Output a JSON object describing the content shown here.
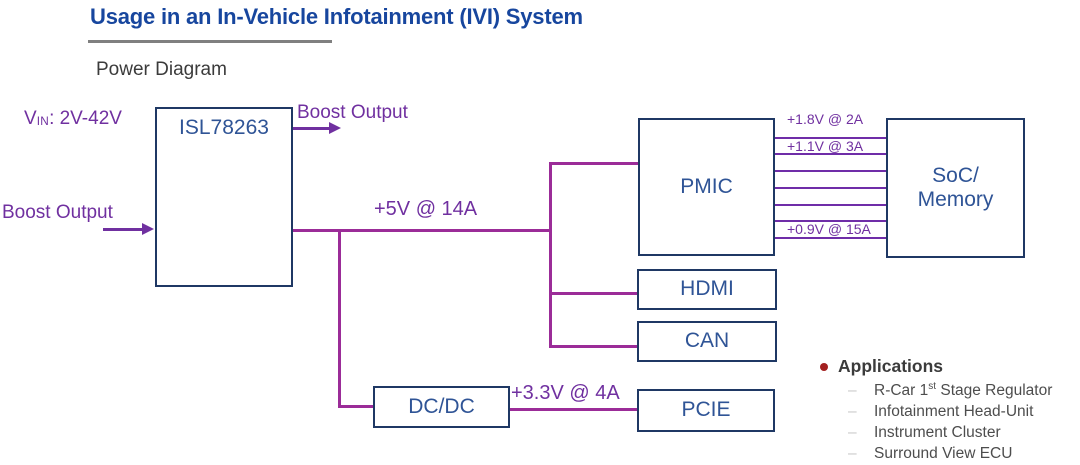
{
  "title": "Usage in an In-Vehicle Infotainment (IVI) System",
  "subtitle": "Power Diagram",
  "diagram": {
    "input_label": {
      "prefix": "V",
      "sub": "IN",
      "suffix": ": 2V-42V"
    },
    "boost_output_top": "Boost Output",
    "boost_output_left": "Boost Output",
    "blocks": {
      "regulator": "ISL78263",
      "pmic": "PMIC",
      "soc_line1": "SoC/",
      "soc_line2": "Memory",
      "hdmi": "HDMI",
      "can": "CAN",
      "dcdc": "DC/DC",
      "pcie": "PCIE"
    },
    "rails": {
      "main_5v": "+5V @ 14A",
      "dcdc_out": "+3.3V @ 4A",
      "pmic_rail_1": "+1.8V @ 2A",
      "pmic_rail_2": "+1.1V @ 3A",
      "pmic_rail_7": "+0.9V @ 15A"
    }
  },
  "applications": {
    "header": "Applications",
    "dash": "–",
    "items": [
      {
        "pre": "R-Car 1",
        "sup": "st",
        "post": " Stage Regulator"
      },
      {
        "pre": "Infotainment Head-Unit",
        "sup": "",
        "post": ""
      },
      {
        "pre": "Instrument Cluster",
        "sup": "",
        "post": ""
      },
      {
        "pre": "Surround View ECU",
        "sup": "",
        "post": ""
      }
    ]
  },
  "colors": {
    "title_blue": "#17469E",
    "box_border_navy": "#1F3864",
    "box_text_blue": "#2F5496",
    "label_purple": "#7030A0",
    "wire_magenta": "#9B2C98",
    "rail_purple": "#6F2DA8",
    "rule_gray": "#808080",
    "heading_gray": "#3B3B3B",
    "item_gray": "#4D4D4D",
    "dash_gray": "#C9C9C9",
    "bullet_red": "#A32020"
  }
}
